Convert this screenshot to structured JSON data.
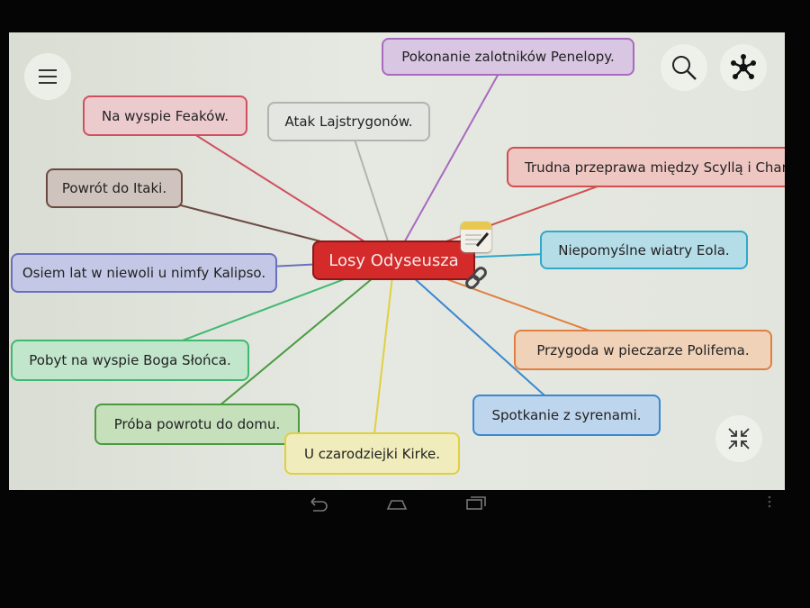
{
  "root": {
    "label": "Losy Odyseusza",
    "color": "#d42a2a"
  },
  "nodes": [
    {
      "id": "pokonanie",
      "label": "Pokonanie zalotników Penelopy.",
      "color": "#a86ac0",
      "bg": "#d9c6e2"
    },
    {
      "id": "feakow",
      "label": "Na wyspie Feaków.",
      "color": "#d05060",
      "bg": "#eccbcf"
    },
    {
      "id": "atak",
      "label": "Atak Lajstrygonów.",
      "color": "#b0b4b0",
      "bg": "#e4e6e2"
    },
    {
      "id": "trudna",
      "label": "Trudna przeprawa między Scyllą i Charybdą.",
      "color": "#d05050",
      "bg": "#eec6c2"
    },
    {
      "id": "powrot",
      "label": "Powrót do Itaki.",
      "color": "#6a4a40",
      "bg": "#cfc3bd"
    },
    {
      "id": "eola",
      "label": "Niepomyślne wiatry Eola.",
      "color": "#30a8c8",
      "bg": "#b5dde8"
    },
    {
      "id": "kalipso",
      "label": "Osiem lat w niewoli u nimfy Kalipso.",
      "color": "#6a70c0",
      "bg": "#c4c8e6"
    },
    {
      "id": "polifem",
      "label": "Przygoda w pieczarze Polifema.",
      "color": "#e08040",
      "bg": "#f0d2b8"
    },
    {
      "id": "slonca",
      "label": "Pobyt na wyspie Boga Słońca.",
      "color": "#40b870",
      "bg": "#c2e6cc"
    },
    {
      "id": "syreny",
      "label": "Spotkanie z syrenami.",
      "color": "#3a88d0",
      "bg": "#bdd6ee"
    },
    {
      "id": "proba",
      "label": "Próba powrotu do domu.",
      "color": "#4a9a40",
      "bg": "#c6e0bc"
    },
    {
      "id": "kirke",
      "label": "U czarodziejki Kirke.",
      "color": "#e0d040",
      "bg": "#f0ecbc"
    }
  ],
  "icons": {
    "menu": "menu-icon",
    "search": "search-icon",
    "graph": "mindmap-icon",
    "note": "note-icon",
    "link": "link-icon",
    "collapse": "collapse-icon"
  }
}
